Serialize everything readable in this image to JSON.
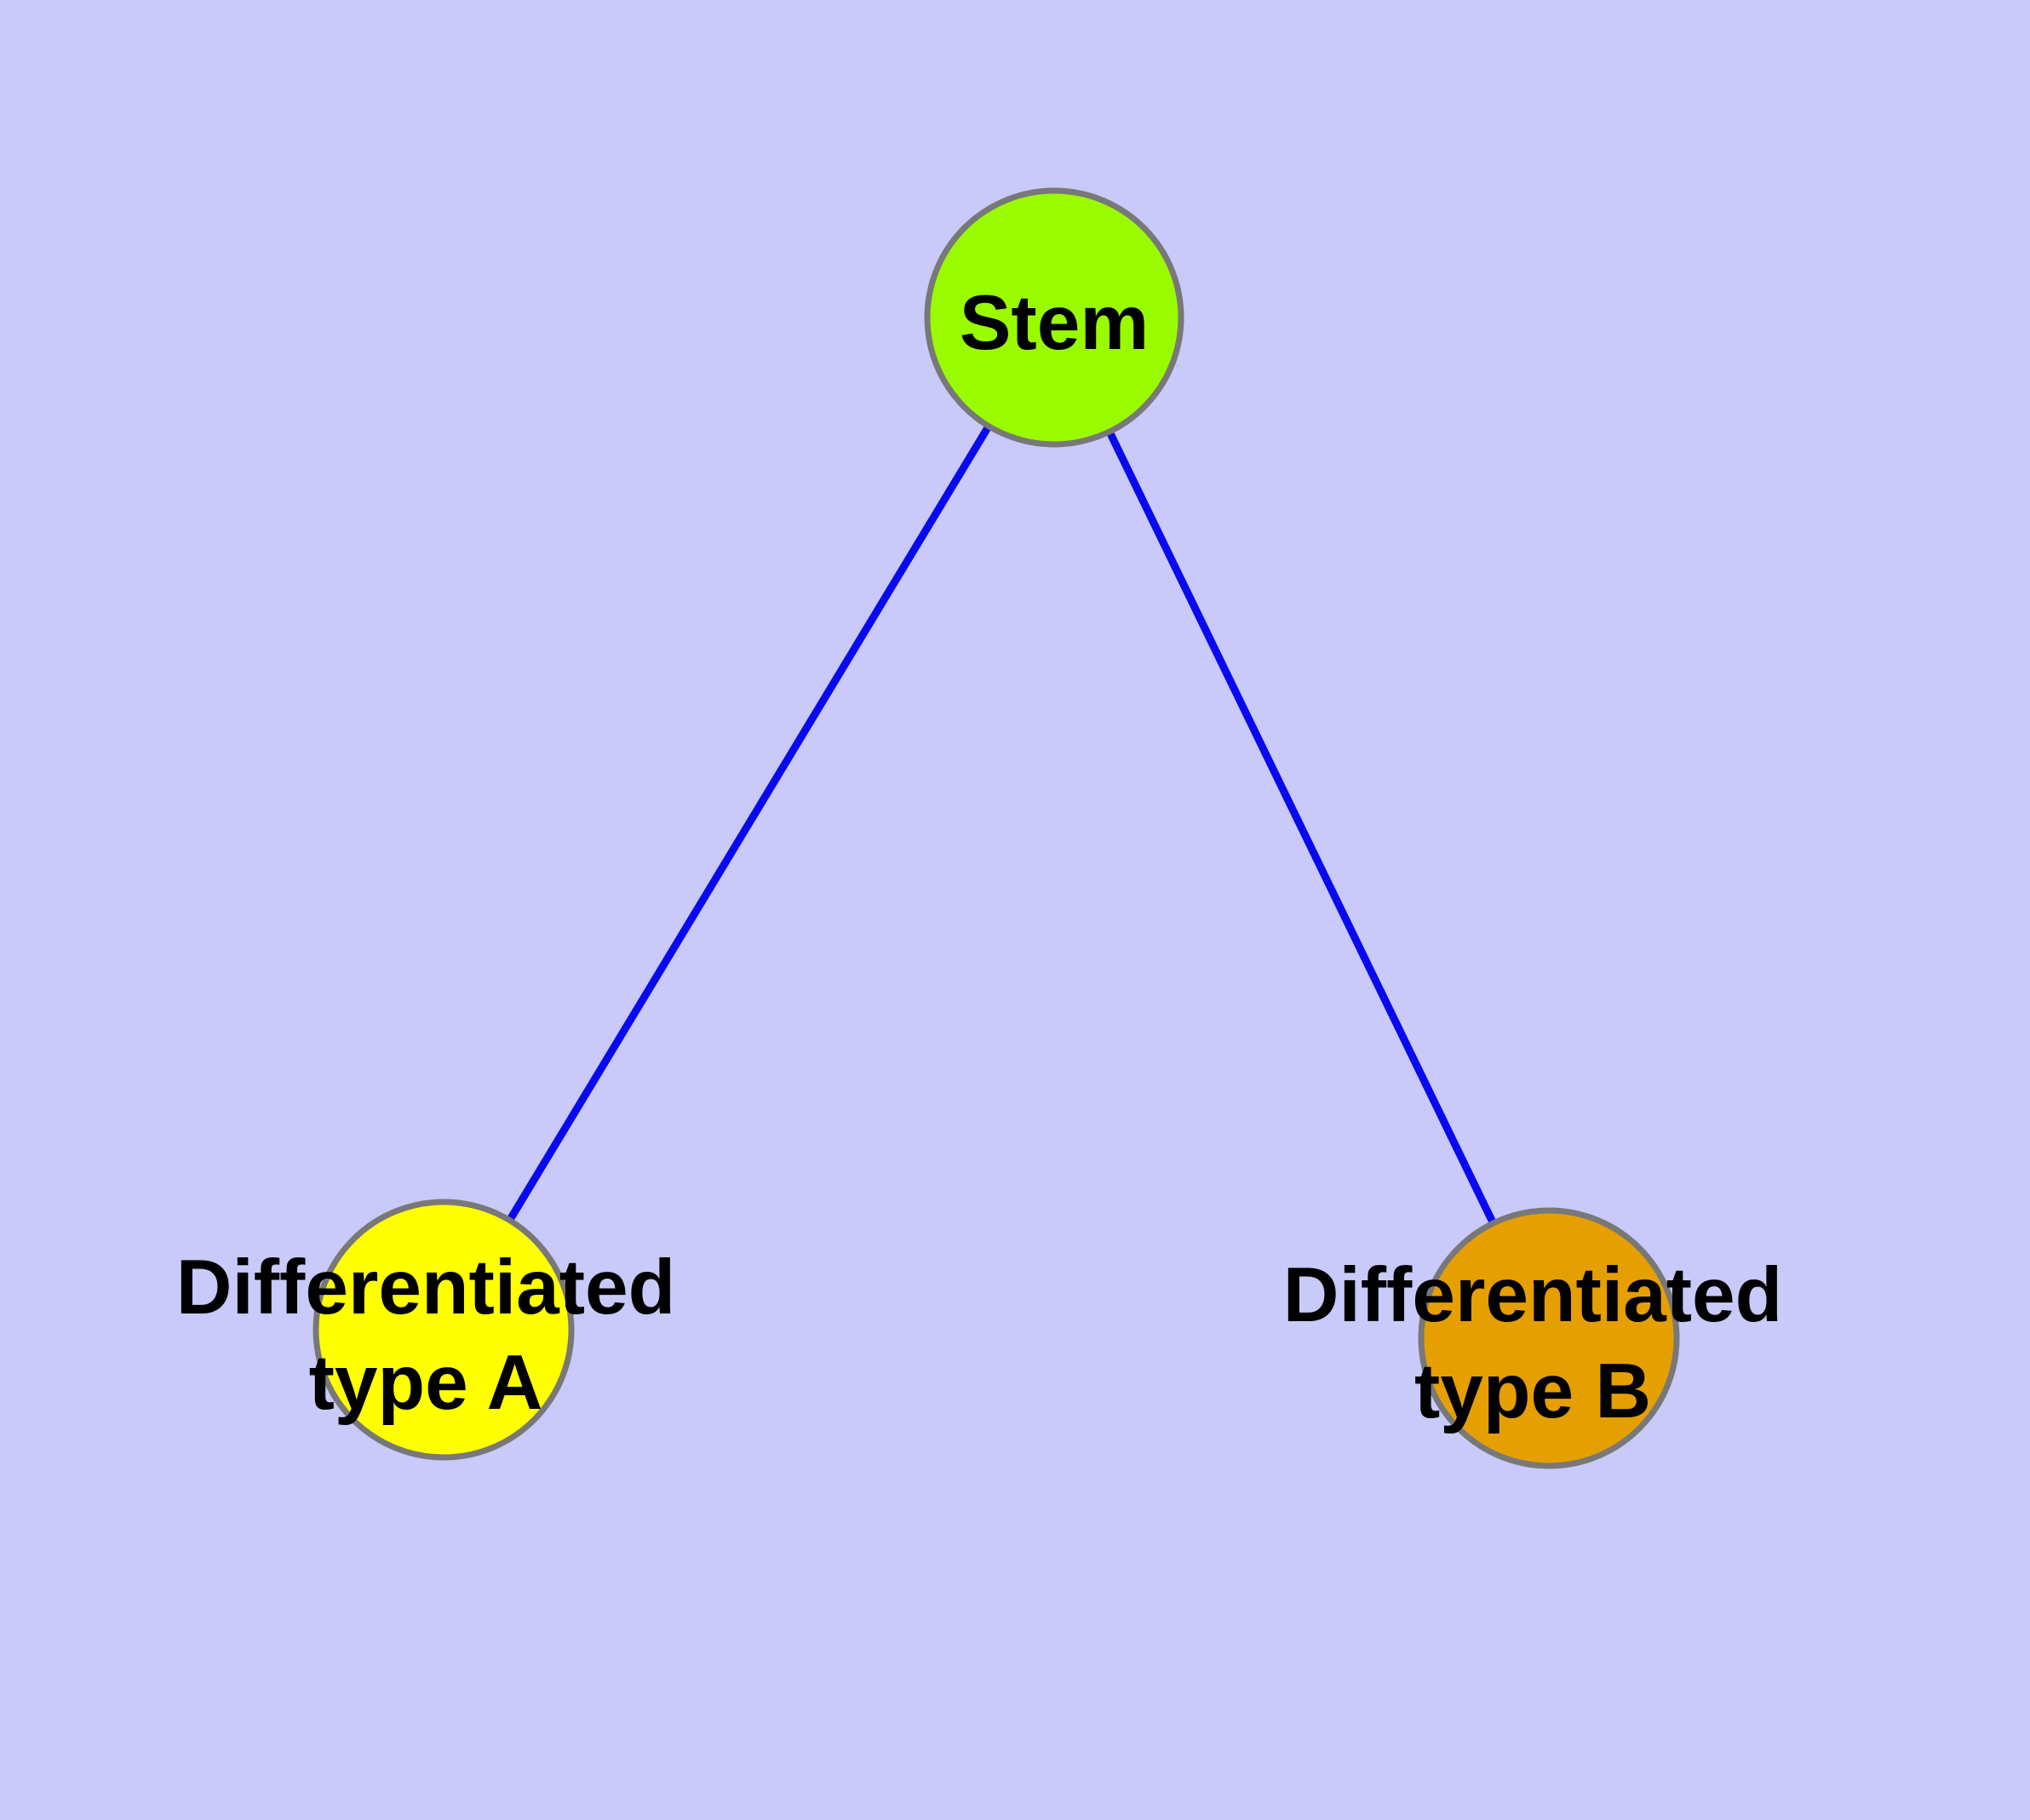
{
  "canvas": {
    "background": "#C9C9FA"
  },
  "diagram": {
    "type": "graph",
    "description": "Stem cell differentiation tree: a stem node with two differentiated daughter types",
    "edge_color": "#0909F0",
    "nodes": [
      {
        "id": "stem",
        "label": "Stem",
        "label_lines": [
          "Stem"
        ],
        "fill": "#9AFA00",
        "stroke": "#787878"
      },
      {
        "id": "type_a",
        "label": "Differentiated type A",
        "label_lines": [
          "Differentiated",
          "type A"
        ],
        "fill": "#FFFF00",
        "stroke": "#787878"
      },
      {
        "id": "type_b",
        "label": "Differentiated type B",
        "label_lines": [
          "Differentiated",
          "type B"
        ],
        "fill": "#E69F00",
        "stroke": "#787878"
      }
    ],
    "edges": [
      {
        "from": "stem",
        "to": "type_a"
      },
      {
        "from": "stem",
        "to": "type_b"
      }
    ]
  }
}
